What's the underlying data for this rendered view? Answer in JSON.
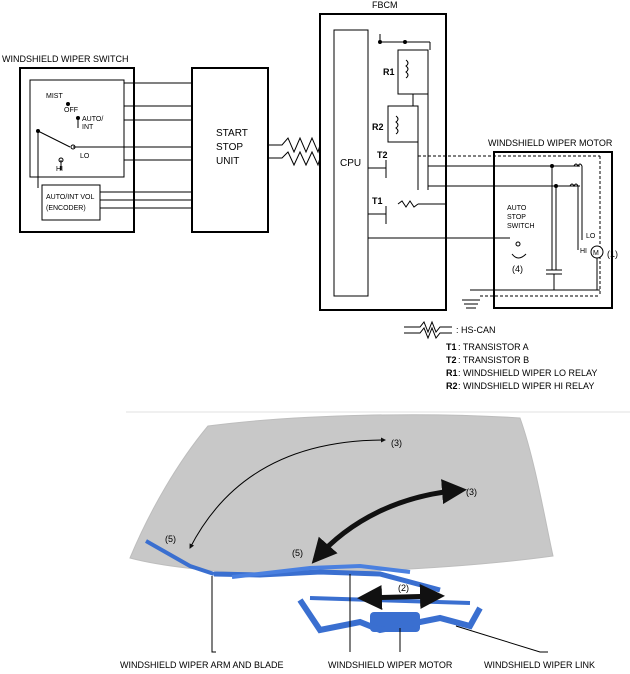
{
  "schematic": {
    "switch_title": "WINDSHIELD WIPER SWITCH",
    "fbcm_title": "FBCM",
    "motor_title": "WINDSHIELD WIPER MOTOR",
    "mist": "MIST",
    "off": "OFF",
    "auto1": "AUTO/",
    "auto2": "INT",
    "lo": "LO",
    "hi": "HI",
    "encoder1": "AUTO/INT VOL",
    "encoder2": "(ENCODER)",
    "start_stop1": "START",
    "start_stop2": "STOP",
    "start_stop3": "UNIT",
    "cpu": "CPU",
    "r1": "R1",
    "r2": "R2",
    "t1": "T1",
    "t2": "T2",
    "auto_stop1": "AUTO",
    "auto_stop2": "STOP",
    "auto_stop3": "SWITCH",
    "motor_lo": "LO",
    "motor_hi": "HI",
    "motor_m": "M",
    "callout_1": "(1)",
    "callout_4": "(4)"
  },
  "legend": {
    "hscan": ": HS-CAN",
    "t1_key": "T1",
    "t1_val": ": TRANSISTOR A",
    "t2_key": "T2",
    "t2_val": ": TRANSISTOR B",
    "r1_key": "R1",
    "r1_val": ": WINDSHIELD WIPER LO RELAY",
    "r2_key": "R2",
    "r2_val": ": WINDSHIELD WIPER HI RELAY"
  },
  "illustration": {
    "callout_3a": "(3)",
    "callout_3b": "(3)",
    "callout_5a": "(5)",
    "callout_5b": "(5)",
    "callout_2": "(2)",
    "label_arm": "WINDSHIELD WIPER ARM AND BLADE",
    "label_motor": "WINDSHIELD WIPER MOTOR",
    "label_link": "WINDSHIELD WIPER LINK",
    "colors": {
      "glass": "#c8c8c8",
      "wiper": "#3a6fd0",
      "arrow": "#111111"
    }
  }
}
